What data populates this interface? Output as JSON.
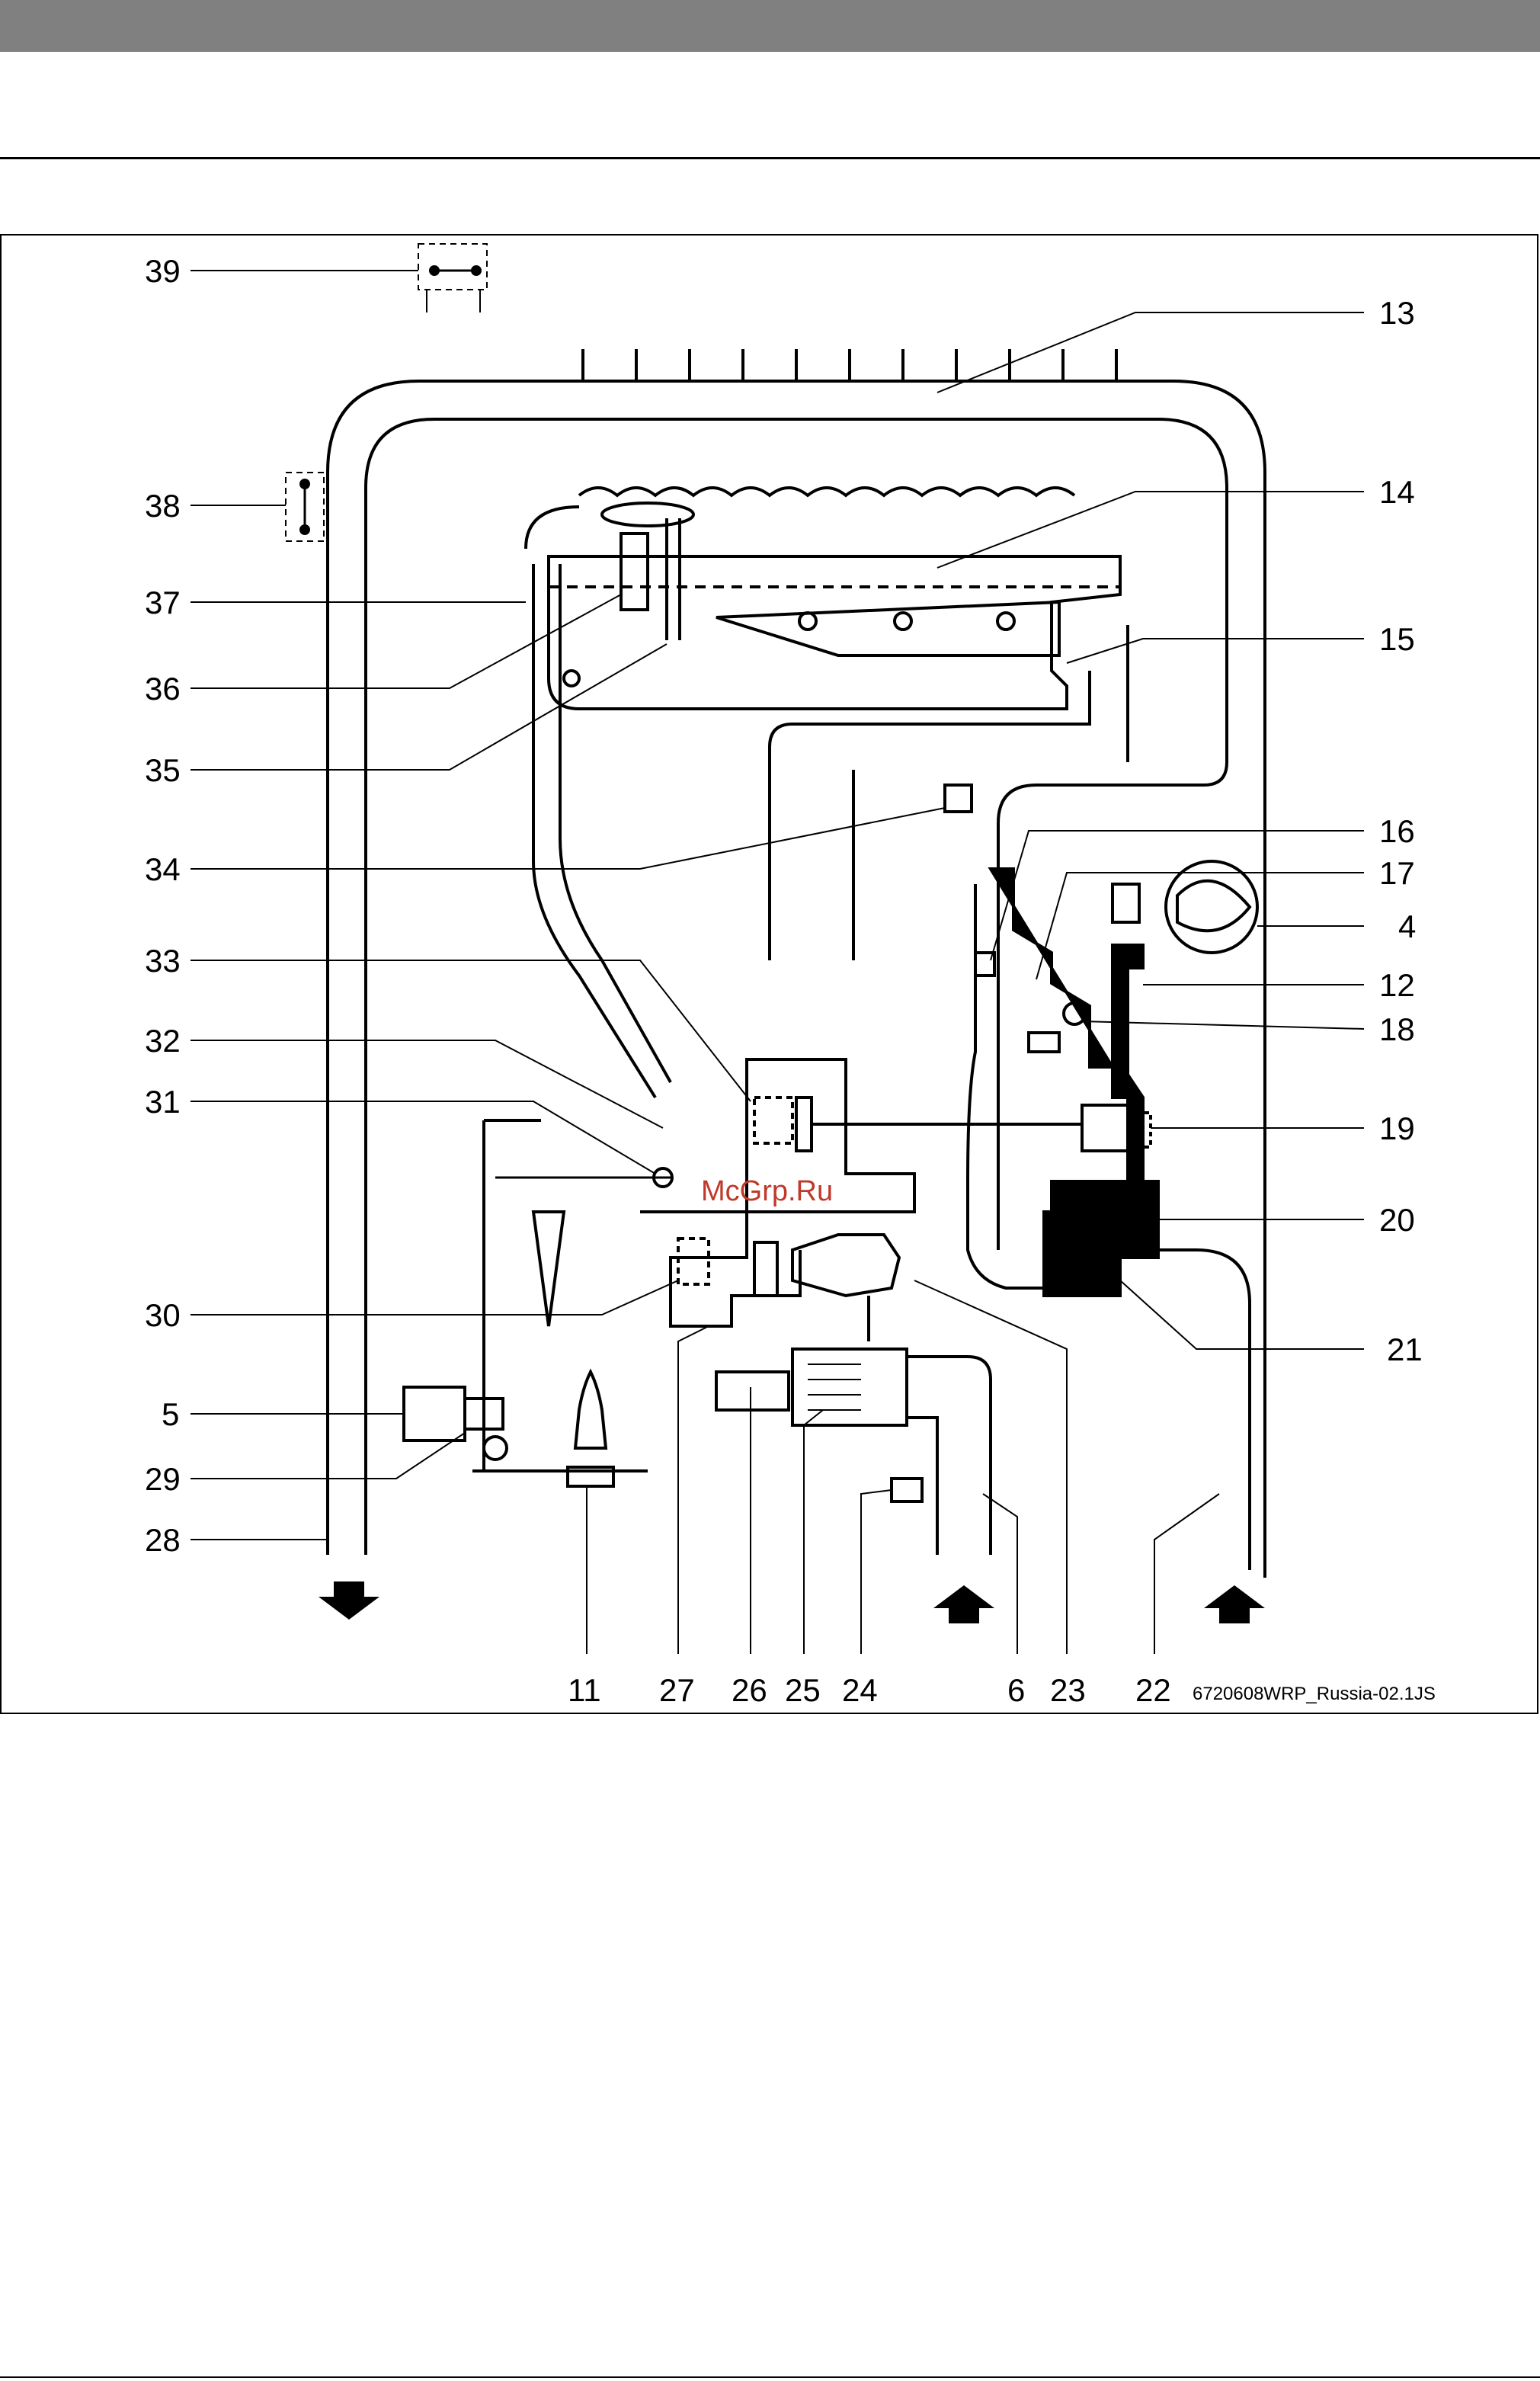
{
  "watermark": "McGrp.Ru",
  "figure_code": "6720608WRP_Russia-02.1JS",
  "colors": {
    "header_bar": "#808080",
    "line": "#000000",
    "watermark": "#c0392b"
  },
  "callouts": {
    "c39": "39",
    "c38": "38",
    "c37": "37",
    "c36": "36",
    "c35": "35",
    "c34": "34",
    "c33": "33",
    "c32": "32",
    "c31": "31",
    "c30": "30",
    "c5": "5",
    "c29": "29",
    "c28": "28",
    "c13": "13",
    "c14": "14",
    "c15": "15",
    "c16": "16",
    "c17": "17",
    "c4": "4",
    "c12": "12",
    "c18": "18",
    "c19": "19",
    "c20": "20",
    "c21": "21",
    "b11": "11",
    "b27": "27",
    "b26": "26",
    "b25": "25",
    "b24": "24",
    "b6": "6",
    "b23": "23",
    "b22": "22"
  },
  "icons": [
    "arrow-down-icon",
    "arrow-up-icon",
    "switch-icon"
  ]
}
